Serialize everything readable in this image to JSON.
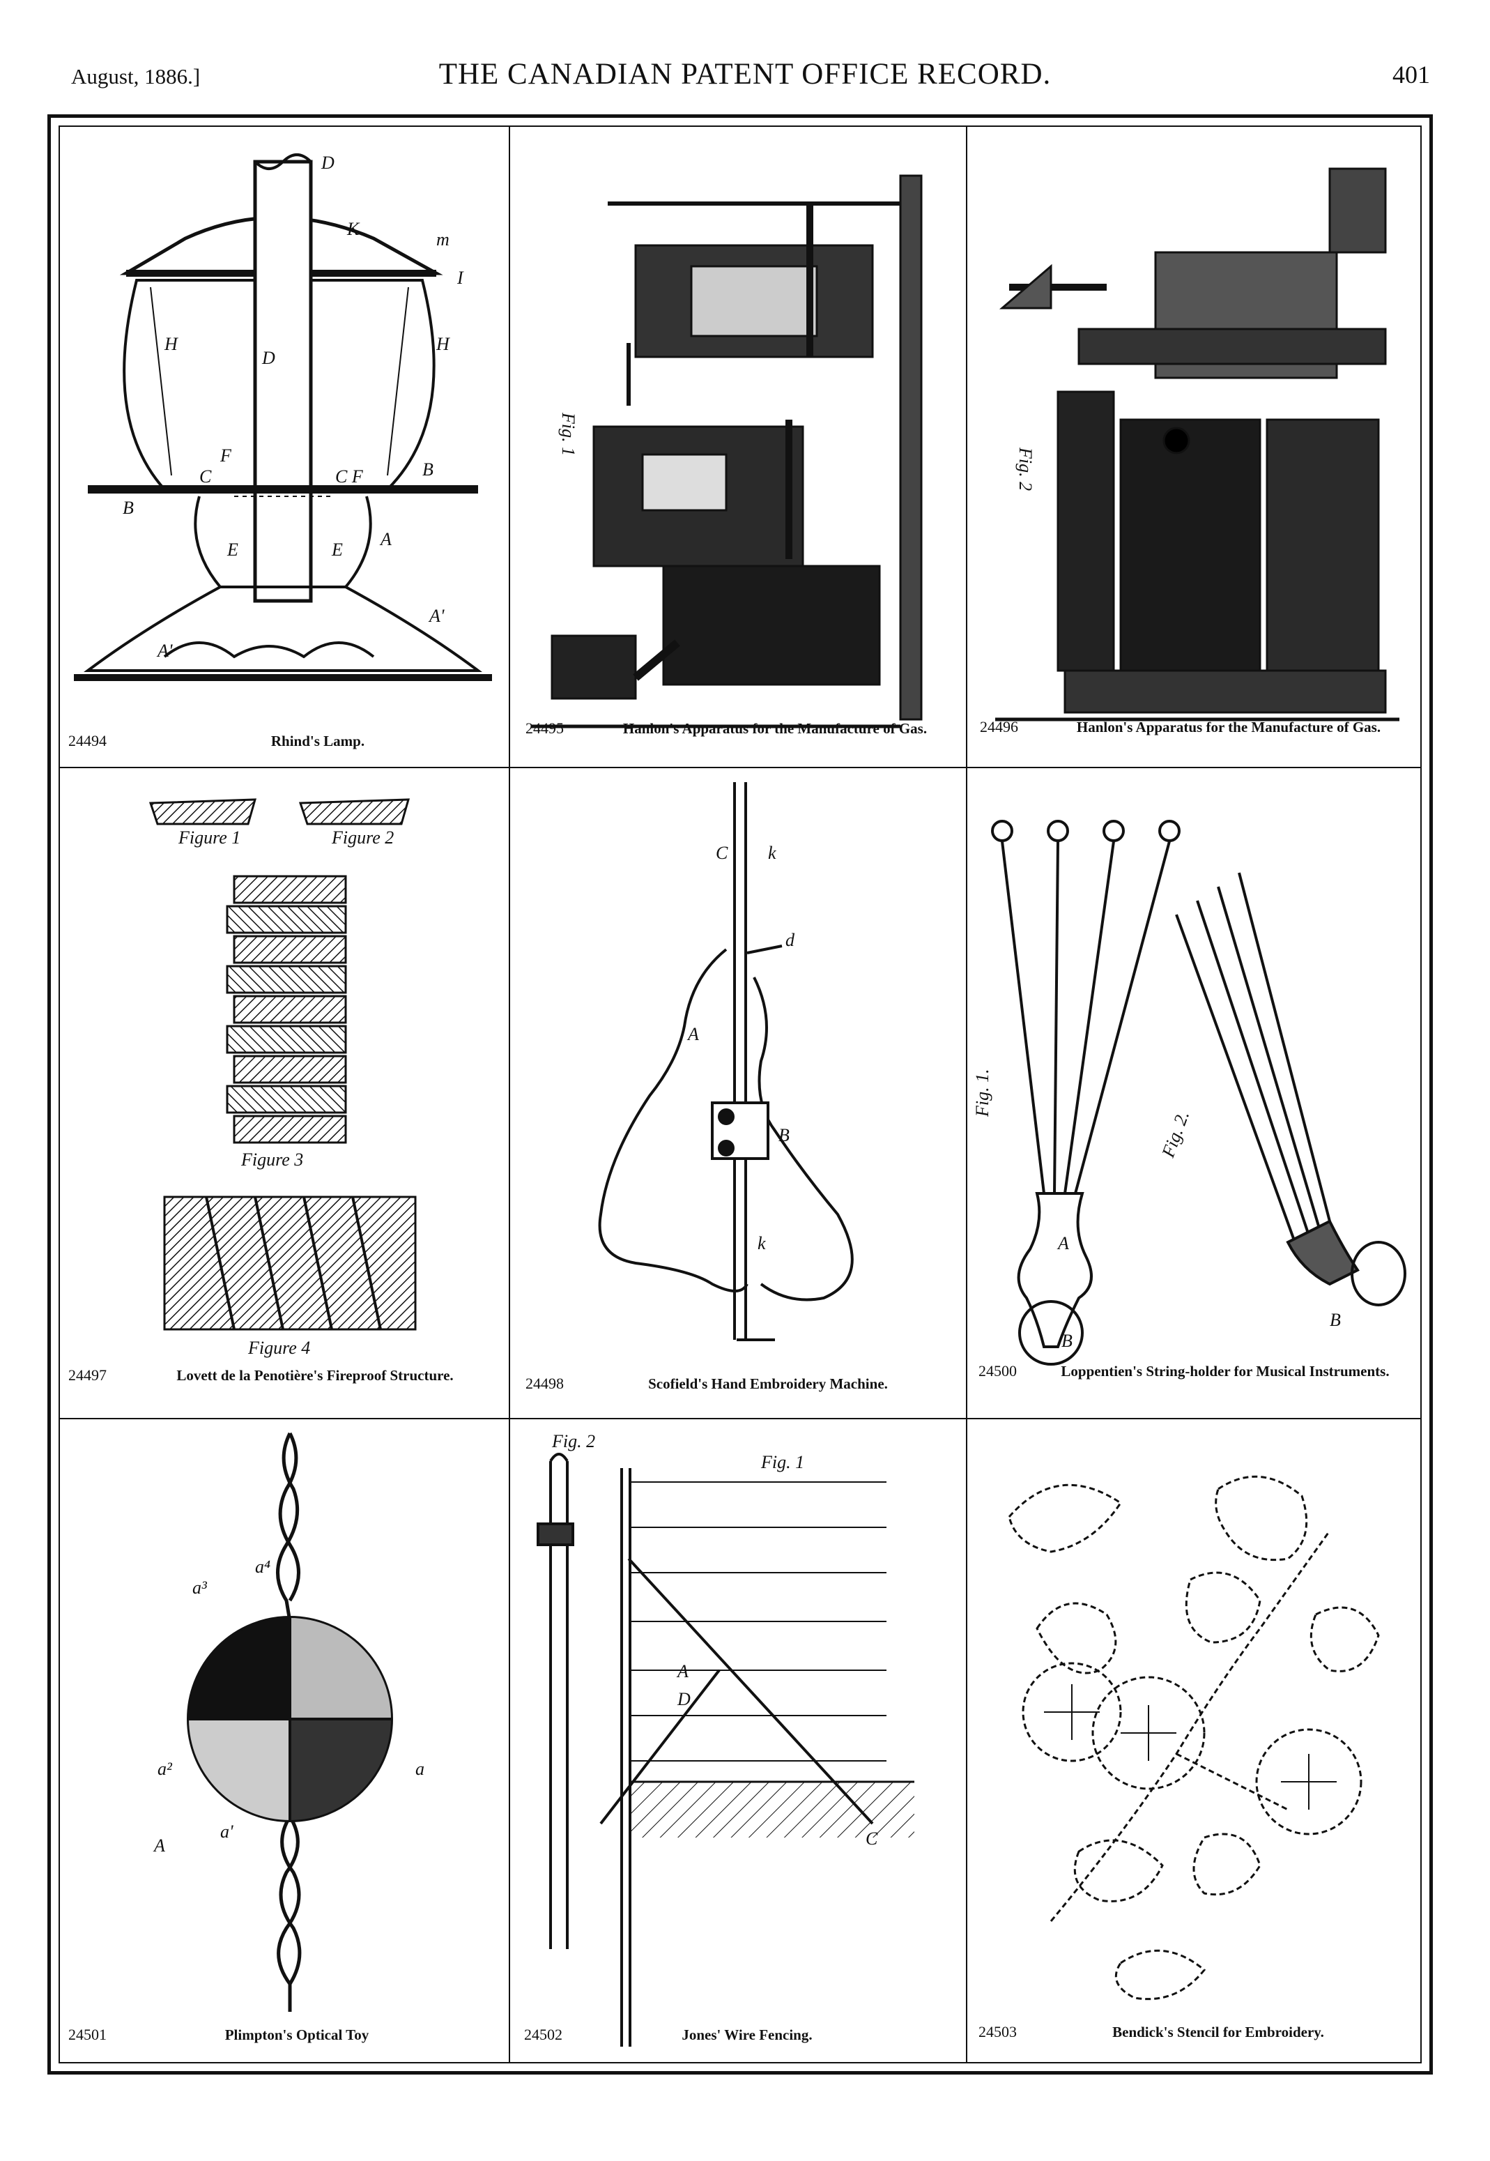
{
  "header": {
    "date": "August, 1886.]",
    "title": "THE CANADIAN PATENT OFFICE RECORD.",
    "page": "401"
  },
  "patents": [
    {
      "number": "24494",
      "caption": "Rhind's Lamp."
    },
    {
      "number": "24495",
      "caption": "Hanlon's Apparatus for the Manufacture of Gas."
    },
    {
      "number": "24496",
      "caption": "Hanlon's Apparatus for the Manufacture of Gas."
    },
    {
      "number": "24497",
      "caption": "Lovett de la Penotière's Fireproof Structure."
    },
    {
      "number": "24498",
      "caption": "Scofield's Hand Embroidery Machine."
    },
    {
      "number": "24500",
      "caption": "Loppentien's String-holder for Musical Instruments."
    },
    {
      "number": "24501",
      "caption": "Plimpton's Optical Toy"
    },
    {
      "number": "24502",
      "caption": "Jones' Wire Fencing."
    },
    {
      "number": "24503",
      "caption": "Bendick's Stencil for Embroidery."
    }
  ]
}
